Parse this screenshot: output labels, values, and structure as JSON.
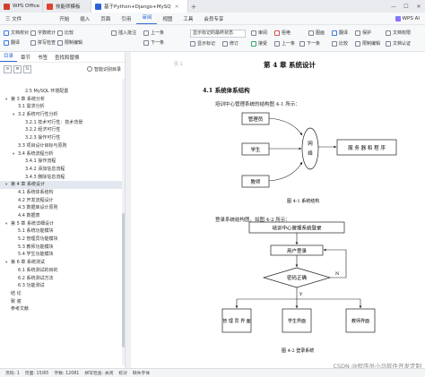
{
  "titlebar": {
    "tabs": [
      {
        "label": "WPS Office",
        "color": "#d23f31"
      },
      {
        "label": "技能师模板",
        "color": "#e0412f"
      },
      {
        "label": "基于Python+Django+MySQ",
        "color": "#2b62d9"
      }
    ],
    "plus": "+"
  },
  "menubar": {
    "file_label": "三 文件",
    "items": [
      "开始",
      "插入",
      "页面",
      "引用",
      "审阅",
      "视图",
      "工具",
      "会员专享"
    ],
    "active": "审阅",
    "ai_label": "WPS AI"
  },
  "ribbon": {
    "items": [
      "文档校对",
      "字数统计",
      "拼写检查",
      "翻译",
      "比较",
      "限制编辑",
      "插入批注",
      "上一条",
      "下一条",
      "显示标记的最终状态",
      "显示标记",
      "修订",
      "审阅",
      "接受",
      "拒绝",
      "上一条",
      "下一条",
      "图画",
      "翻译",
      "比较",
      "保护",
      "限制编辑",
      "文档权限",
      "文档认证"
    ],
    "select_value": "显示标记的最终状态"
  },
  "nav": {
    "tabs": [
      "目录",
      "章节",
      "书签",
      "查找和替换"
    ],
    "smart_label": "智能识别目录",
    "items": [
      {
        "text": "2.5 MySQL 环境配置",
        "indent": 2,
        "tri": "",
        "sel": false
      },
      {
        "text": "第 3 章  系统分析",
        "indent": 0,
        "tri": "▾",
        "sel": false
      },
      {
        "text": "3.1 需求分析",
        "indent": 1,
        "tri": "",
        "sel": false
      },
      {
        "text": "3.2 系统可行性分析",
        "indent": 1,
        "tri": "▾",
        "sel": false
      },
      {
        "text": "3.2.1 技术可行性：技术背景",
        "indent": 2,
        "tri": "",
        "sel": false
      },
      {
        "text": "3.2.2 经济可行性",
        "indent": 2,
        "tri": "",
        "sel": false
      },
      {
        "text": "3.2.3 操作可行性",
        "indent": 2,
        "tri": "",
        "sel": false
      },
      {
        "text": "3.3 项目设计目标与原则",
        "indent": 1,
        "tri": "",
        "sel": false
      },
      {
        "text": "3.4 系统流程分析",
        "indent": 1,
        "tri": "▾",
        "sel": false
      },
      {
        "text": "3.4.1 操作流程",
        "indent": 2,
        "tri": "",
        "sel": false
      },
      {
        "text": "3.4.2 添加信息流程",
        "indent": 2,
        "tri": "",
        "sel": false
      },
      {
        "text": "3.4.3 删除信息流程",
        "indent": 2,
        "tri": "",
        "sel": false
      },
      {
        "text": "第 4 章  系统设计",
        "indent": 0,
        "tri": "▾",
        "sel": true
      },
      {
        "text": "4.1 系统体系结构",
        "indent": 1,
        "tri": "",
        "sel": false
      },
      {
        "text": "4.2 开发流程设计",
        "indent": 1,
        "tri": "",
        "sel": false
      },
      {
        "text": "4.3 数据库设计原则",
        "indent": 1,
        "tri": "",
        "sel": false
      },
      {
        "text": "4.4 数据表",
        "indent": 1,
        "tri": "",
        "sel": false
      },
      {
        "text": "第 5 章  系统详细设计",
        "indent": 0,
        "tri": "▾",
        "sel": false
      },
      {
        "text": "5.1 系统功能模块",
        "indent": 1,
        "tri": "",
        "sel": false
      },
      {
        "text": "5.2 管理员功能模块",
        "indent": 1,
        "tri": "",
        "sel": false
      },
      {
        "text": "5.3 教师功能模块",
        "indent": 1,
        "tri": "",
        "sel": false
      },
      {
        "text": "5.4 学生功能模块",
        "indent": 1,
        "tri": "",
        "sel": false
      },
      {
        "text": "第 6 章  系统测试",
        "indent": 0,
        "tri": "▾",
        "sel": false
      },
      {
        "text": "6.1 系统测试的目的",
        "indent": 1,
        "tri": "",
        "sel": false
      },
      {
        "text": "6.2 系统测试方法",
        "indent": 1,
        "tri": "",
        "sel": false
      },
      {
        "text": "6.3 功能测试",
        "indent": 1,
        "tri": "",
        "sel": false
      },
      {
        "text": "结  论",
        "indent": 0,
        "tri": "",
        "sel": false
      },
      {
        "text": "致  谢",
        "indent": 0,
        "tri": "",
        "sel": false
      },
      {
        "text": "参考文献",
        "indent": 0,
        "tri": "",
        "sel": false
      }
    ]
  },
  "doc": {
    "chapter": "第 4 章  系统设计",
    "section": "4.1  系统体系结构",
    "para1": "培训中心管理系统的结构图 4-1 所示：",
    "fig1": {
      "nodes": [
        "管理员",
        "学生",
        "教师"
      ],
      "net": [
        "网",
        "络"
      ],
      "server": "服 务 器 和 程 序",
      "caption": "图 4-1   系统结构"
    },
    "para2": "登录系统结构图，如图 4-2 所示：",
    "fig2": {
      "top": "培训中心管理系统登录",
      "login": "用户登录",
      "check": "密码正确",
      "yes": "Y",
      "n": "N",
      "boxes": [
        "管 理 员 界 面",
        "学生界面",
        "教师界面"
      ],
      "caption": "图 4-2   登录系统"
    },
    "ruler": "页 1"
  },
  "status": {
    "items": [
      "页码: 1",
      "页面: 15/65",
      "字数: 12081",
      "拼写检查: 关闭",
      "校对",
      "缺失字体"
    ]
  },
  "watermark": "CSDN @程序员小马软件开发定制"
}
